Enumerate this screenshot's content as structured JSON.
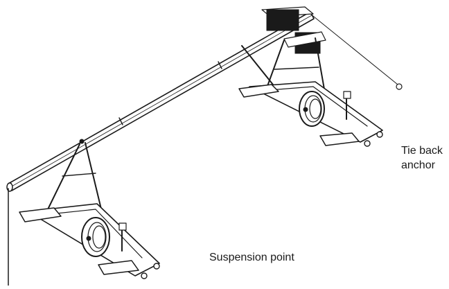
{
  "labels": {
    "tie_back_line1": "Tie back",
    "tie_back_line2": "anchor",
    "suspension": "Suspension point"
  }
}
